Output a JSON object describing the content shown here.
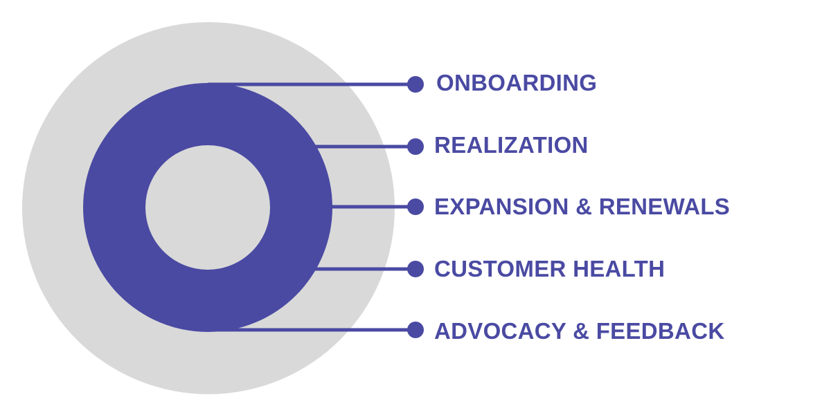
{
  "colors": {
    "accent": "#4a4aa3",
    "outer_ring": "#d9d9d9",
    "center": "#d9d9d9",
    "background": "#ffffff"
  },
  "stages": [
    {
      "id": "onboarding",
      "label": "ONBOARDING"
    },
    {
      "id": "realization",
      "label": "REALIZATION"
    },
    {
      "id": "expansion-renewals",
      "label": "EXPANSION & RENEWALS"
    },
    {
      "id": "customer-health",
      "label": "CUSTOMER HEALTH"
    },
    {
      "id": "advocacy-feedback",
      "label": "ADVOCACY & FEEDBACK"
    }
  ]
}
